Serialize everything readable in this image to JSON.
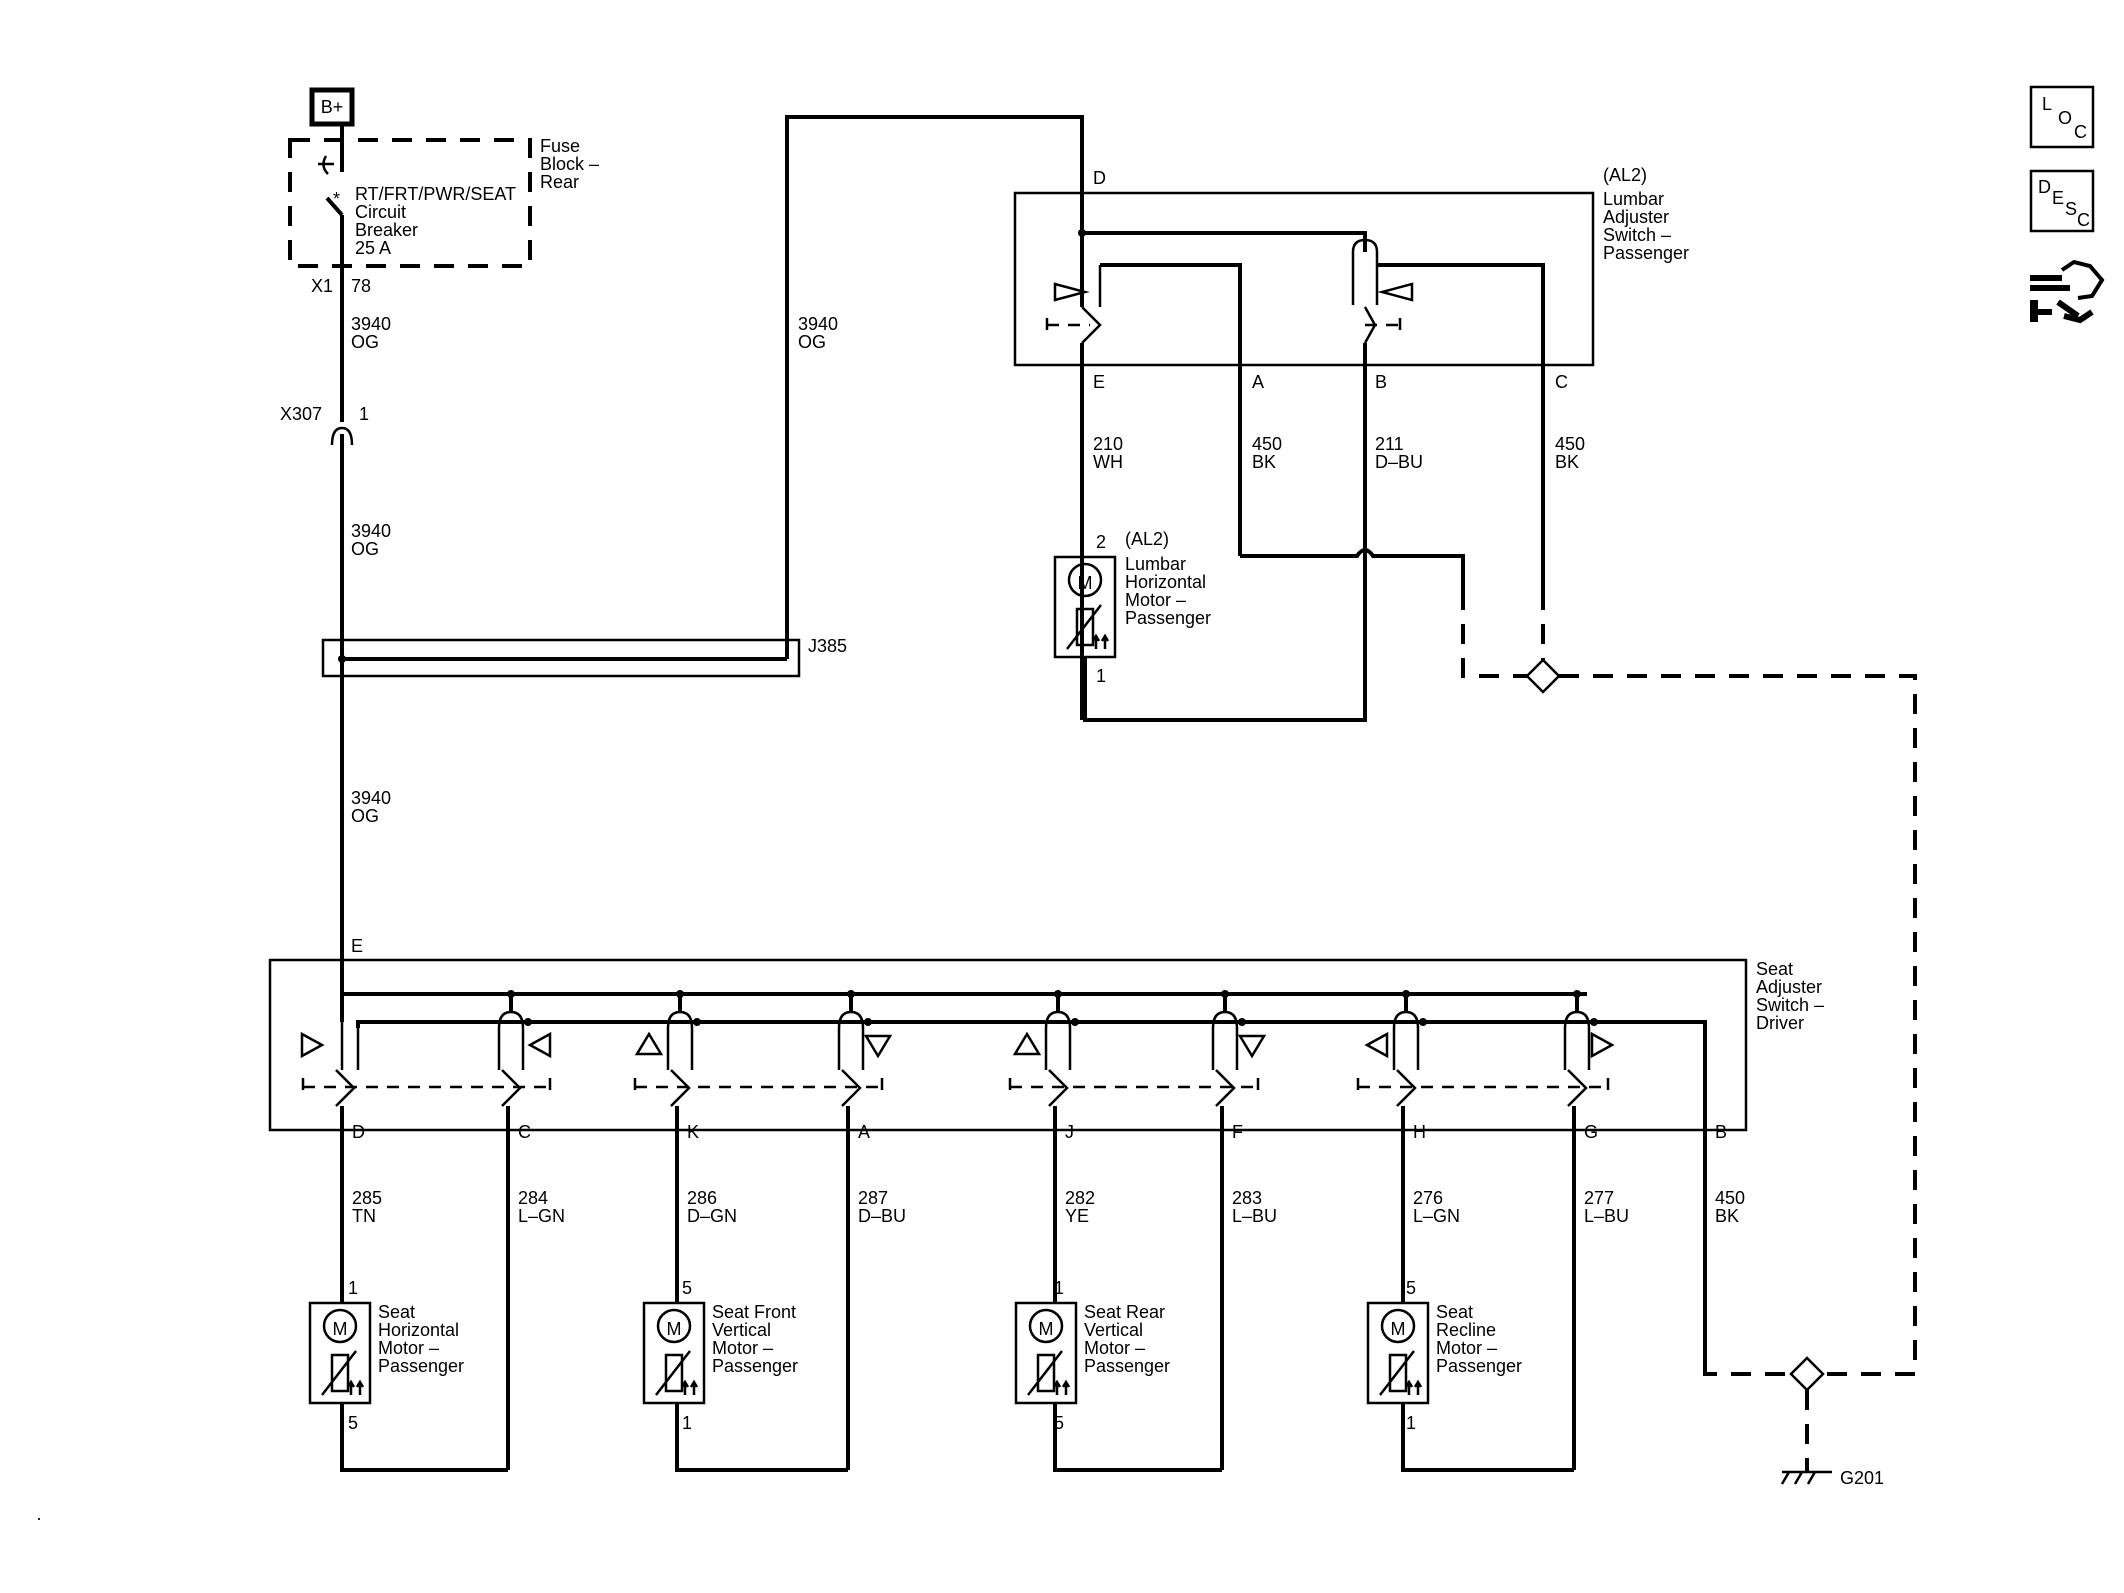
{
  "power_source": "B+",
  "fuse_block": {
    "title": [
      "Fuse",
      "Block –",
      "Rear"
    ],
    "breaker": [
      "RT/FRT/PWR/SEAT",
      "Circuit",
      "Breaker",
      "25 A"
    ],
    "connector": "X1",
    "pin": "78"
  },
  "inline_connector": {
    "name": "X307",
    "pin": "1"
  },
  "splice": "J385",
  "wires": {
    "w_top": [
      "3940",
      "OG"
    ],
    "w_mid": [
      "3940",
      "OG"
    ],
    "w_low": [
      "3940",
      "OG"
    ],
    "w_right": [
      "3940",
      "OG"
    ],
    "lumbar_e": [
      "210",
      "WH"
    ],
    "lumbar_a": [
      "450",
      "BK"
    ],
    "lumbar_b": [
      "211",
      "D–BU"
    ],
    "lumbar_c": [
      "450",
      "BK"
    ],
    "seat_d": [
      "285",
      "TN"
    ],
    "seat_c": [
      "284",
      "L–GN"
    ],
    "seat_k": [
      "286",
      "D–GN"
    ],
    "seat_a": [
      "287",
      "D–BU"
    ],
    "seat_j": [
      "282",
      "YE"
    ],
    "seat_f": [
      "283",
      "L–BU"
    ],
    "seat_h": [
      "276",
      "L–GN"
    ],
    "seat_g": [
      "277",
      "L–BU"
    ],
    "seat_b": [
      "450",
      "BK"
    ]
  },
  "lumbar_switch": {
    "option": "(AL2)",
    "title": [
      "Lumbar",
      "Adjuster",
      "Switch –",
      "Passenger"
    ],
    "pins": {
      "top": "D",
      "e": "E",
      "a": "A",
      "b": "B",
      "c": "C"
    }
  },
  "lumbar_motor": {
    "option": "(AL2)",
    "title": [
      "Lumbar",
      "Horizontal",
      "Motor –",
      "Passenger"
    ],
    "pin_top": "2",
    "pin_bottom": "1",
    "symbol": "M"
  },
  "seat_switch": {
    "title": [
      "Seat",
      "Adjuster",
      "Switch –",
      "Driver"
    ],
    "pin_e": "E",
    "pins": [
      "D",
      "C",
      "K",
      "A",
      "J",
      "F",
      "H",
      "G",
      "B"
    ]
  },
  "motors": [
    {
      "title": [
        "Seat",
        "Horizontal",
        "Motor –",
        "Passenger"
      ],
      "pin_top": "1",
      "pin_bottom": "5",
      "symbol": "M"
    },
    {
      "title": [
        "Seat Front",
        "Vertical",
        "Motor –",
        "Passenger"
      ],
      "pin_top": "5",
      "pin_bottom": "1",
      "symbol": "M"
    },
    {
      "title": [
        "Seat Rear",
        "Vertical",
        "Motor –",
        "Passenger"
      ],
      "pin_top": "1",
      "pin_bottom": "5",
      "symbol": "M"
    },
    {
      "title": [
        "Seat",
        "Recline",
        "Motor –",
        "Passenger"
      ],
      "pin_top": "5",
      "pin_bottom": "1",
      "symbol": "M"
    }
  ],
  "ground": "G201",
  "side_icons": [
    {
      "name": "loc-icon",
      "letters": [
        "L",
        "O",
        "C"
      ]
    },
    {
      "name": "desc-icon",
      "letters": [
        "D",
        "E",
        "S",
        "C"
      ]
    },
    {
      "name": "connector-repair-icon"
    }
  ]
}
